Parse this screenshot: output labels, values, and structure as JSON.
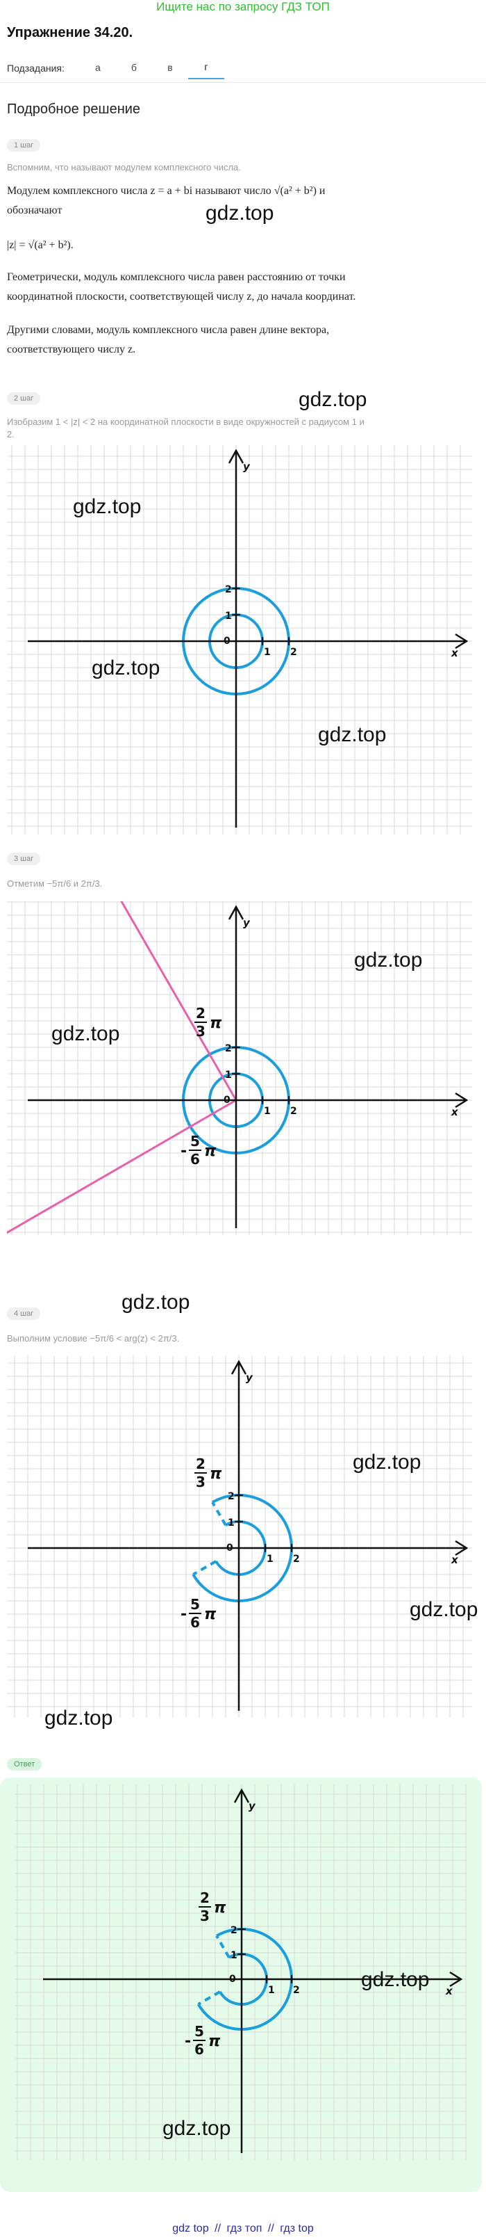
{
  "banner": "Ищите нас по запросу ГДЗ ТОП",
  "title": "Упражнение 34.20.",
  "subtasks": {
    "label": "Подзадания:",
    "tabs": [
      "а",
      "б",
      "в",
      "г"
    ],
    "active": "г"
  },
  "section_title": "Подробное решение",
  "watermark": "gdz.top",
  "steps": [
    {
      "pill": "1 шаг",
      "lines": [
        "Вспомним, что называют модулем комплексного числа.",
        "Модулем комплексного числа z = a + bi называют число √(a² + b²) и",
        "обозначают",
        "|z| = √(a² + b²).",
        "Геометрически, модуль комплексного числа равен расстоянию от точки",
        "координатной плоскости, соответствующей числу z, до начала координат.",
        "Другими словами, модуль комплексного числа равен длине вектора,",
        "соответствующего числу z."
      ]
    },
    {
      "pill": "2 шаг",
      "lines": [
        "Изобразим 1 < |z| < 2 на координатной плоскости в виде окружностей с радиусом 1 и",
        "2."
      ]
    },
    {
      "pill": "3 шаг",
      "lines": [
        "Отметим −5π/6 и 2π/3."
      ]
    },
    {
      "pill": "4 шаг",
      "lines": [
        "Выполним условие −5π/6 < arg(z) < 2π/3."
      ]
    },
    {
      "pill": "Ответ",
      "lines": []
    }
  ],
  "plot_labels": {
    "x": "x",
    "y": "y",
    "origin": "0",
    "one": "1",
    "two": "2",
    "angle_pos": "2",
    "angle_pos_den": "3",
    "angle_neg": "5",
    "angle_neg_den": "6",
    "pi": "π",
    "minus": "-"
  },
  "colors": {
    "accent": "#1a9fdc",
    "ray": "#e860ad",
    "banner": "#2fbf2f",
    "footer": "#2a2aa8",
    "answer_bg": "#e5fbea"
  },
  "footer": [
    "gdz top",
    "//",
    "гдз топ",
    "//",
    "гдз top"
  ]
}
